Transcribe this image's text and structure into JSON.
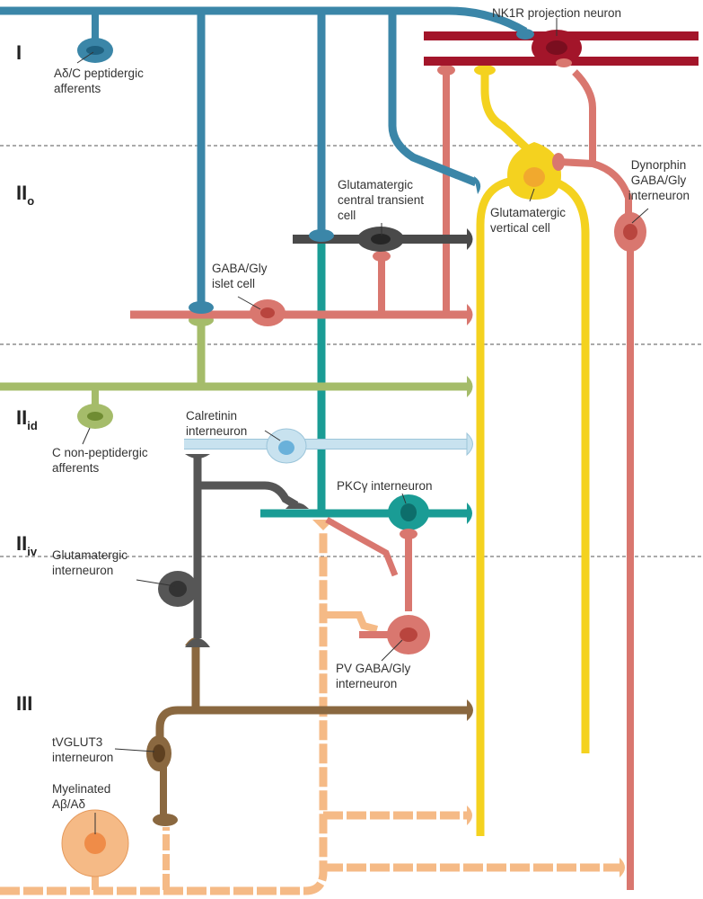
{
  "colors": {
    "peptidergic": "#3b86a8",
    "peptidergic_dark": "#1f6180",
    "nk1r": "#a3152a",
    "nk1r_dark": "#7a0e1f",
    "inhibitory": "#d9776f",
    "inhibitory_dark": "#b9453e",
    "vertical": "#f4d21f",
    "vertical_inner": "#f1a92e",
    "central": "#4a4a4a",
    "central_dark": "#262626",
    "nonpeptidergic": "#a5bc6a",
    "nonpeptidergic_dark": "#6f8c32",
    "calretinin": "#c8e2ef",
    "calretinin_dark": "#6ab1da",
    "pkc": "#1a9c95",
    "pkc_dark": "#0d6e6b",
    "glut_inter": "#565656",
    "tvglut3": "#8a6840",
    "tvglut3_dark": "#5e4020",
    "myelinated": "#f5ba86",
    "myelinated_dark": "#ef8c48",
    "divider": "#555555"
  },
  "laminae": [
    {
      "main": "I",
      "sub": ""
    },
    {
      "main": "II",
      "sub": "o"
    },
    {
      "main": "II",
      "sub": "id"
    },
    {
      "main": "II",
      "sub": "iv"
    },
    {
      "main": "III",
      "sub": ""
    }
  ],
  "labels": {
    "nk1r": "NK1R projection neuron",
    "peptidergic": [
      "Aδ/C peptidergic",
      "afferents"
    ],
    "dynorphin": [
      "Dynorphin",
      "GABA/Gly",
      "interneuron"
    ],
    "central": [
      "Glutamatergic",
      "central transient",
      "cell"
    ],
    "vertical": [
      "Glutamatergic",
      "vertical cell"
    ],
    "islet": [
      "GABA/Gly",
      "islet cell"
    ],
    "nonpeptidergic": [
      "C non-peptidergic",
      "afferents"
    ],
    "calretinin": [
      "Calretinin",
      "interneuron"
    ],
    "pkc": "PKCγ interneuron",
    "glut_inter": [
      "Glutamatergic",
      "interneuron"
    ],
    "pv": [
      "PV GABA/Gly",
      "interneuron"
    ],
    "tvglut3": [
      "tVGLUT3",
      "interneuron"
    ],
    "myelinated": [
      "Myelinated",
      "Aβ/Aδ"
    ]
  }
}
